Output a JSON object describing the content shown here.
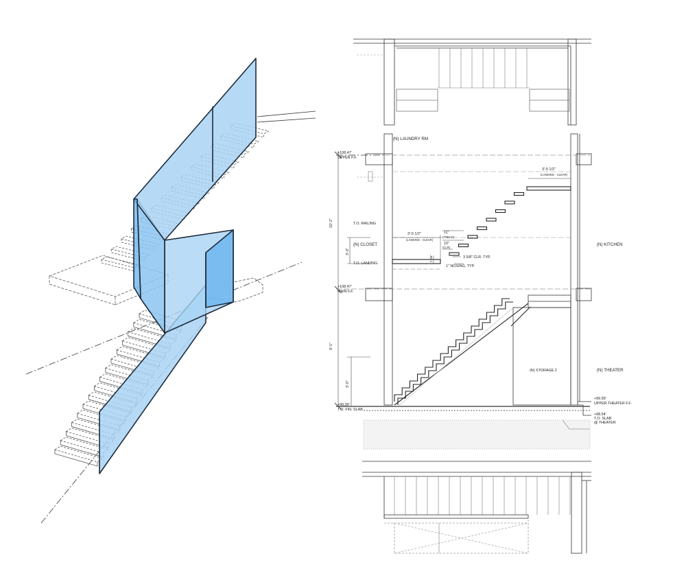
{
  "labels": {
    "laundry": "(N) LAUNDRY RM",
    "upper_ff_elev": "+108.47'",
    "upper_ff": "UPPER F.F.",
    "landing_dim_upper": "3'-5 1/2\"",
    "landing_clear_upper": "(LANDING - CLEAR)",
    "kitchen": "(N) KITCHEN",
    "to_railing": "T.O. RAILING",
    "closet": "(N) CLOSET",
    "to_landing": "T.O. LANDING",
    "landing_dim_lower": "3'-5 1/2\"",
    "landing_clear_lower": "(LANDING - CLEAR)",
    "tread_dim": "11\"",
    "tread": "(TREAD)",
    "riser_dim": "10\"",
    "riser": "(CLR)",
    "clr_typ": "3 5/8\" CLR. TYP.",
    "nosing": "1\" NOSING, TYP.",
    "small_dim": "2 5/8\"",
    "main_ff_elev": "+108.47'",
    "main_ff": "MAIN F.F.",
    "height_upper": "10'-2\"",
    "rail_height": "3'-0\"",
    "height_lower": "9'-1\"",
    "rail_height_lower": "3'-0\"",
    "storage": "(N) STORAGE 2",
    "theater": "(N) THEATER",
    "slab_elev": "+99.39'",
    "slab": "T.O. FIN. SLAB",
    "upper_theater_elev": "+99.99'",
    "upper_theater": "UPPER THEATER F.F.",
    "slab_theater_elev": "+98.54'",
    "slab_theater": "T.O. SLAB",
    "slab_theater2": "@ THEATER"
  },
  "colors": {
    "glass_fill": "#a9d3f5",
    "glass_fill_dark": "#6fb6ee",
    "glass_stroke": "#1c2a3a",
    "line": "#333333",
    "hidden": "#555555"
  }
}
